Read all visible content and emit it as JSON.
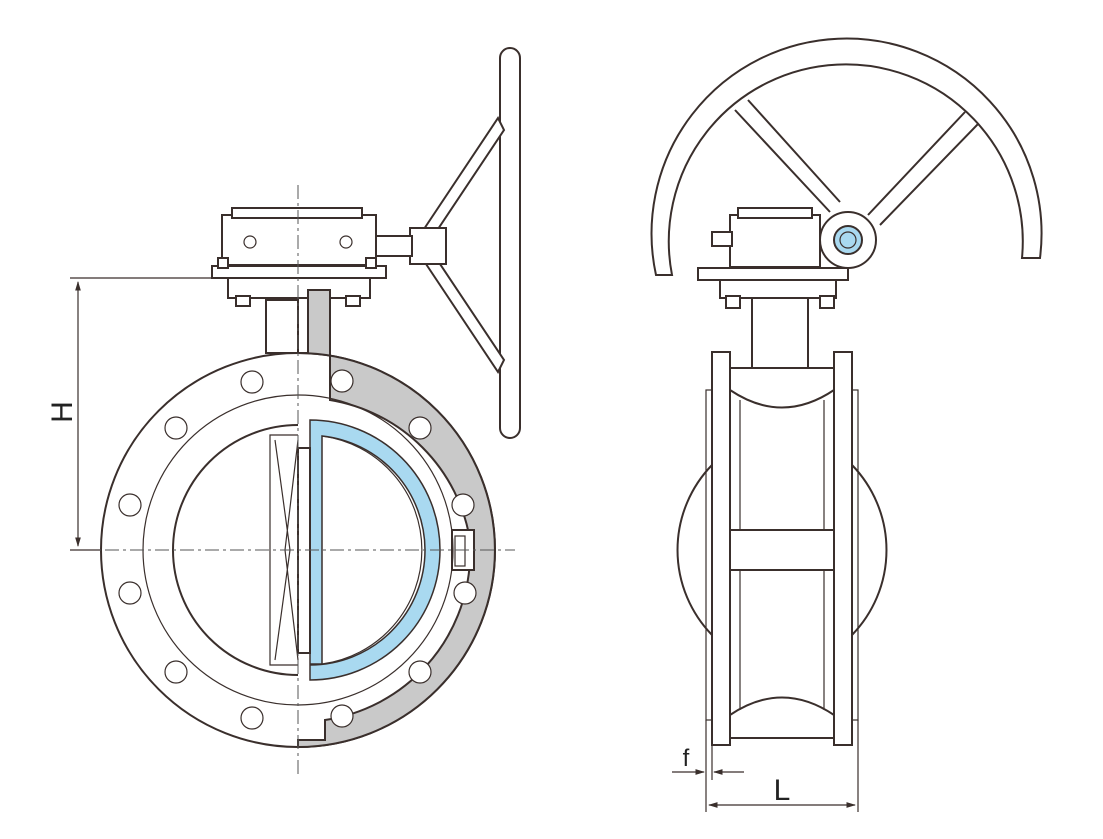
{
  "diagram": {
    "labels": {
      "height": "H",
      "flange_thickness": "f",
      "length": "L"
    },
    "colors": {
      "body_section": "#c9c9c9",
      "seat": "#a9d9f0",
      "line": "#3a2f2c"
    }
  }
}
